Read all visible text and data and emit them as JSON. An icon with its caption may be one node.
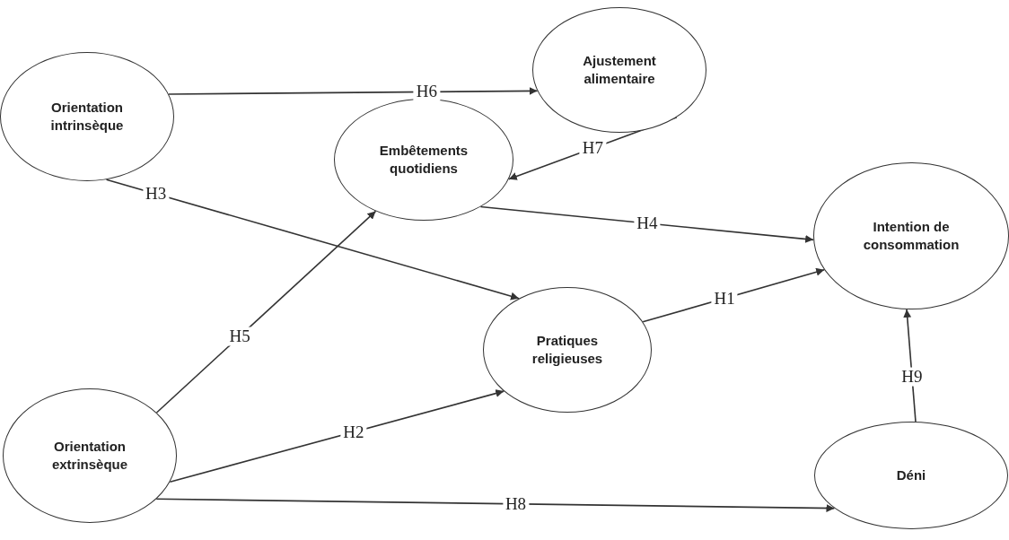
{
  "diagram": {
    "nodes": [
      {
        "text": [
          "Orientation intrinsèque"
        ]
      },
      {
        "text": [
          "Ajustement alimentaire"
        ]
      },
      {
        "text": [
          "Embêtements quotidiens"
        ]
      },
      {
        "text": [
          "Intention de consommation"
        ]
      },
      {
        "text": [
          "Pratiques religieuses"
        ]
      },
      {
        "text": [
          "Orientation extrinsèque"
        ]
      },
      {
        "text": [
          "Déni"
        ]
      }
    ],
    "edges": [
      {
        "from": 0,
        "to": 1,
        "arrow": "to",
        "label": "H6"
      },
      {
        "from": 1,
        "to": 2,
        "arrow": "to",
        "label": "H7"
      },
      {
        "from": 0,
        "to": 4,
        "arrow": "to",
        "label": "H3"
      },
      {
        "from": 2,
        "to": 3,
        "arrow": "to",
        "label": "H4"
      },
      {
        "from": 5,
        "to": 2,
        "arrow": "to",
        "label": "H5"
      },
      {
        "from": 4,
        "to": 3,
        "arrow": "to",
        "label": "H1"
      },
      {
        "from": 5,
        "to": 4,
        "arrow": "to",
        "label": "H2"
      },
      {
        "from": 6,
        "to": 3,
        "arrow": "to",
        "label": "H9"
      },
      {
        "from": 5,
        "to": 6,
        "arrow": "to",
        "label": "H8"
      }
    ]
  }
}
